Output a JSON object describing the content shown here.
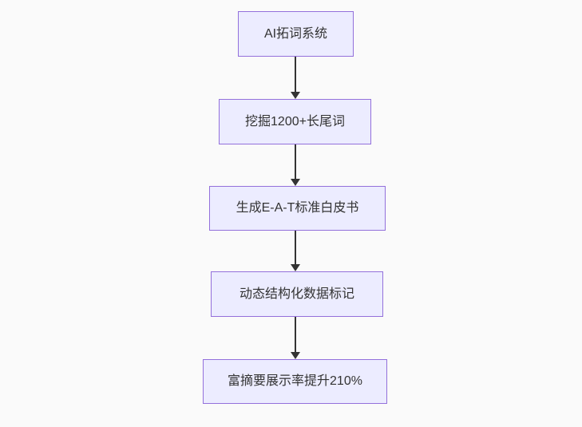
{
  "diagram": {
    "type": "flowchart",
    "direction": "top-down",
    "nodes": [
      {
        "id": "A",
        "label": "AI拓词系统"
      },
      {
        "id": "B",
        "label": "挖掘1200+长尾词"
      },
      {
        "id": "C",
        "label": "生成E-A-T标准白皮书"
      },
      {
        "id": "D",
        "label": "动态结构化数据标记"
      },
      {
        "id": "E",
        "label": "富摘要展示率提升210%"
      }
    ],
    "edges": [
      {
        "from": "A",
        "to": "B",
        "arrow": "down"
      },
      {
        "from": "B",
        "to": "C",
        "arrow": "down"
      },
      {
        "from": "C",
        "to": "D",
        "arrow": "down"
      },
      {
        "from": "D",
        "to": "E",
        "arrow": "down"
      }
    ],
    "colors": {
      "background": "#fafafa",
      "node_fill": "#ececff",
      "node_border": "#9370db",
      "edge": "#333333",
      "text": "#333333"
    }
  }
}
